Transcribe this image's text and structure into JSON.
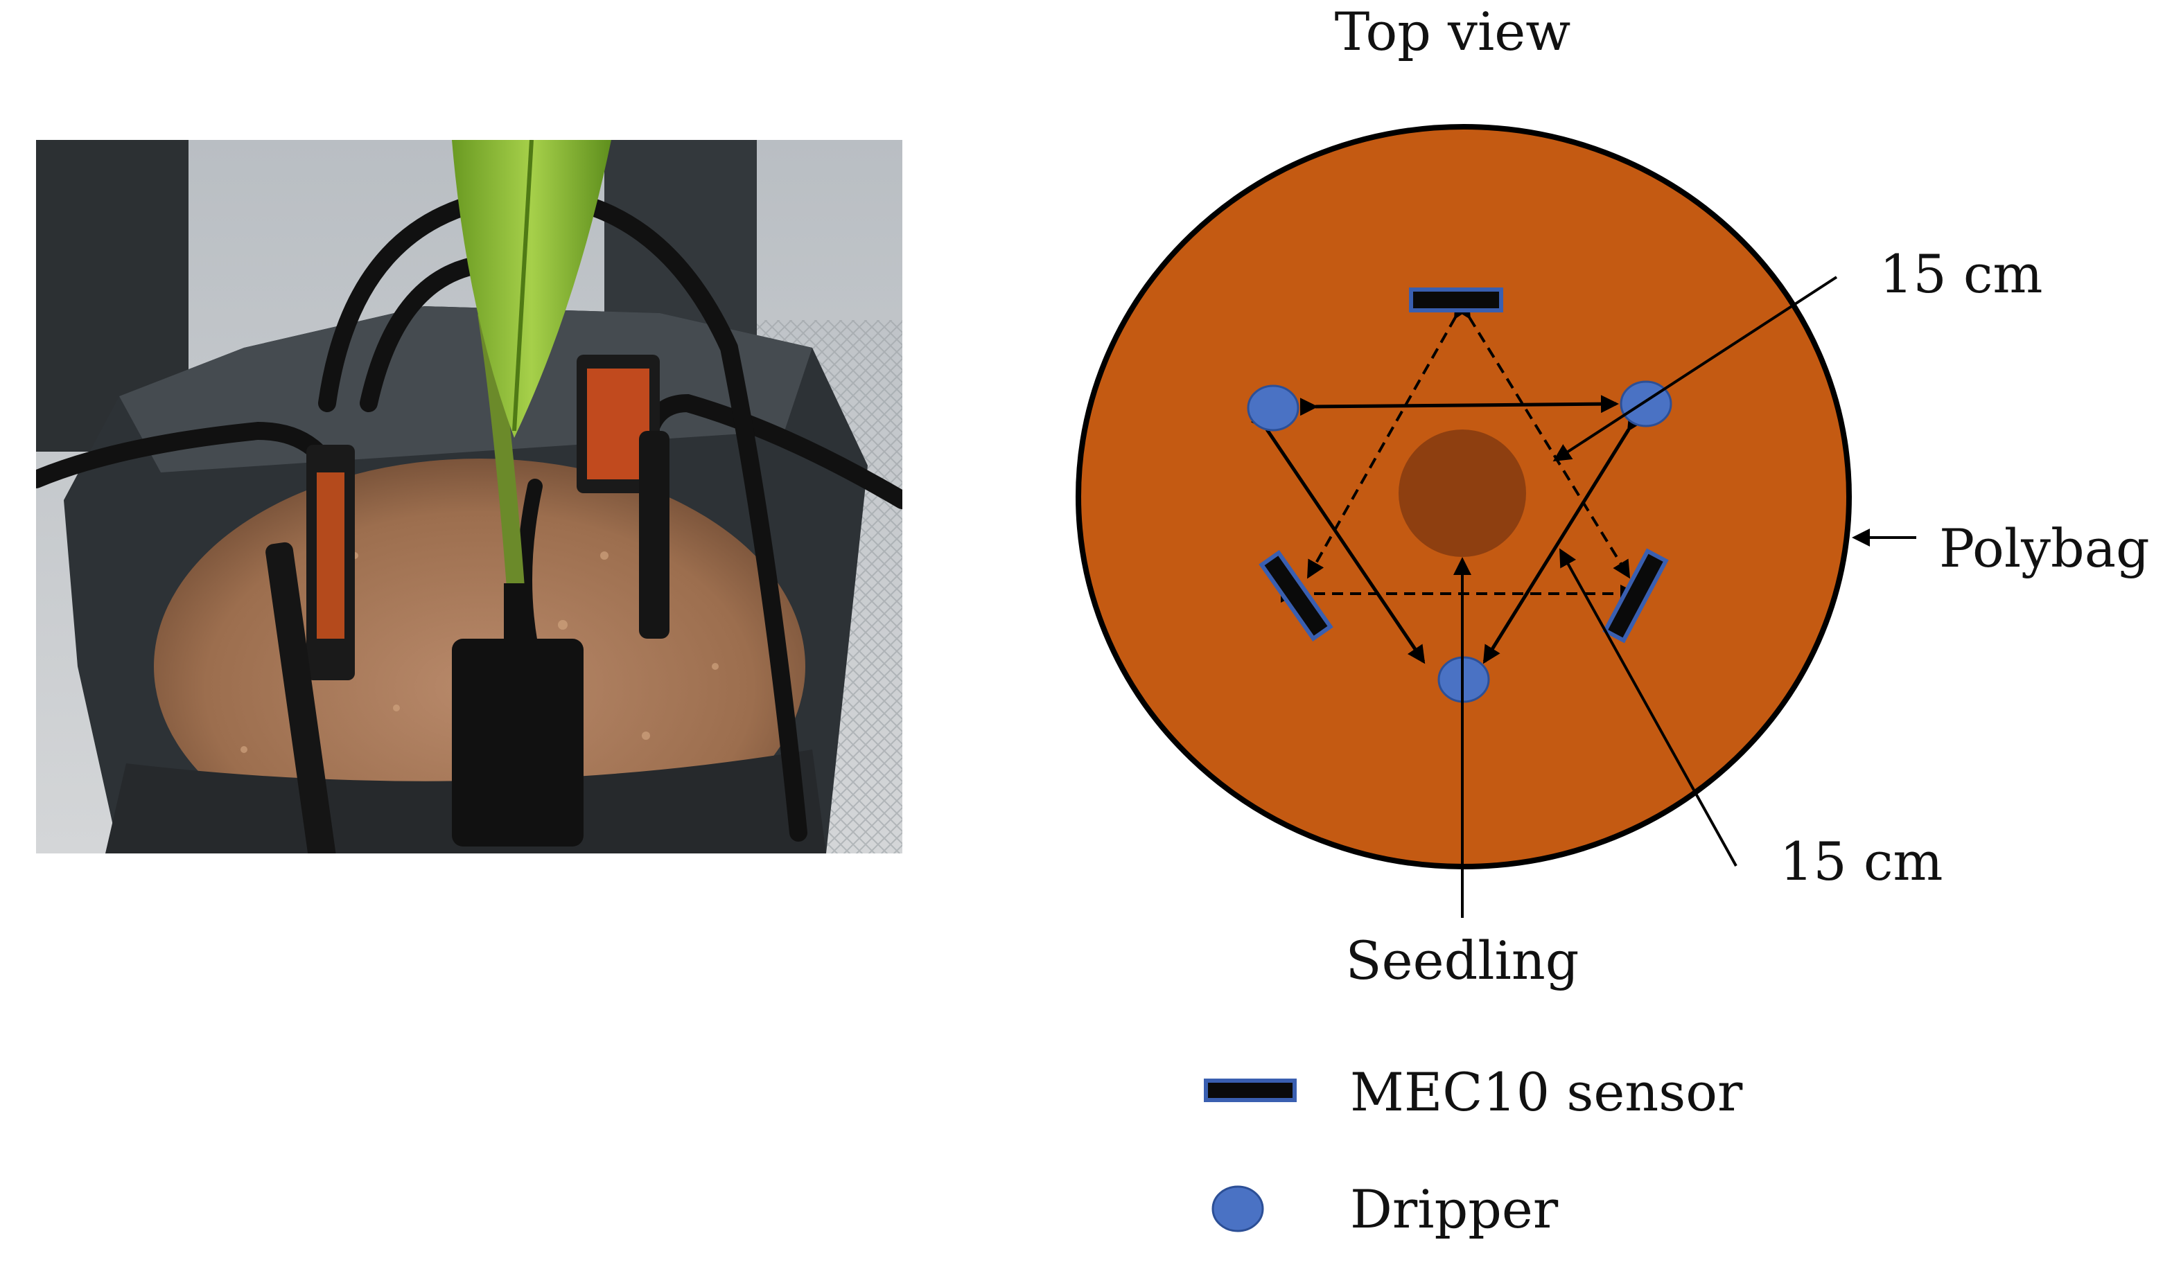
{
  "photo": {
    "caption": ""
  },
  "diagram": {
    "title": "Top view",
    "labels": {
      "polybag": "Polybag",
      "seedling": "Seedling",
      "distance_sensor": "15 cm",
      "distance_dripper": "15 cm"
    },
    "legend": [
      {
        "symbol": "sensor",
        "label": "MEC10 sensor"
      },
      {
        "symbol": "dripper",
        "label": "Dripper"
      }
    ],
    "colors": {
      "soil": "#c45a12",
      "seedling": "#8e3f10",
      "dripper": "#4a72c4",
      "sensor_fill": "#0a0a0a",
      "sensor_outline": "#3a5fb0",
      "outline": "#000000"
    }
  }
}
